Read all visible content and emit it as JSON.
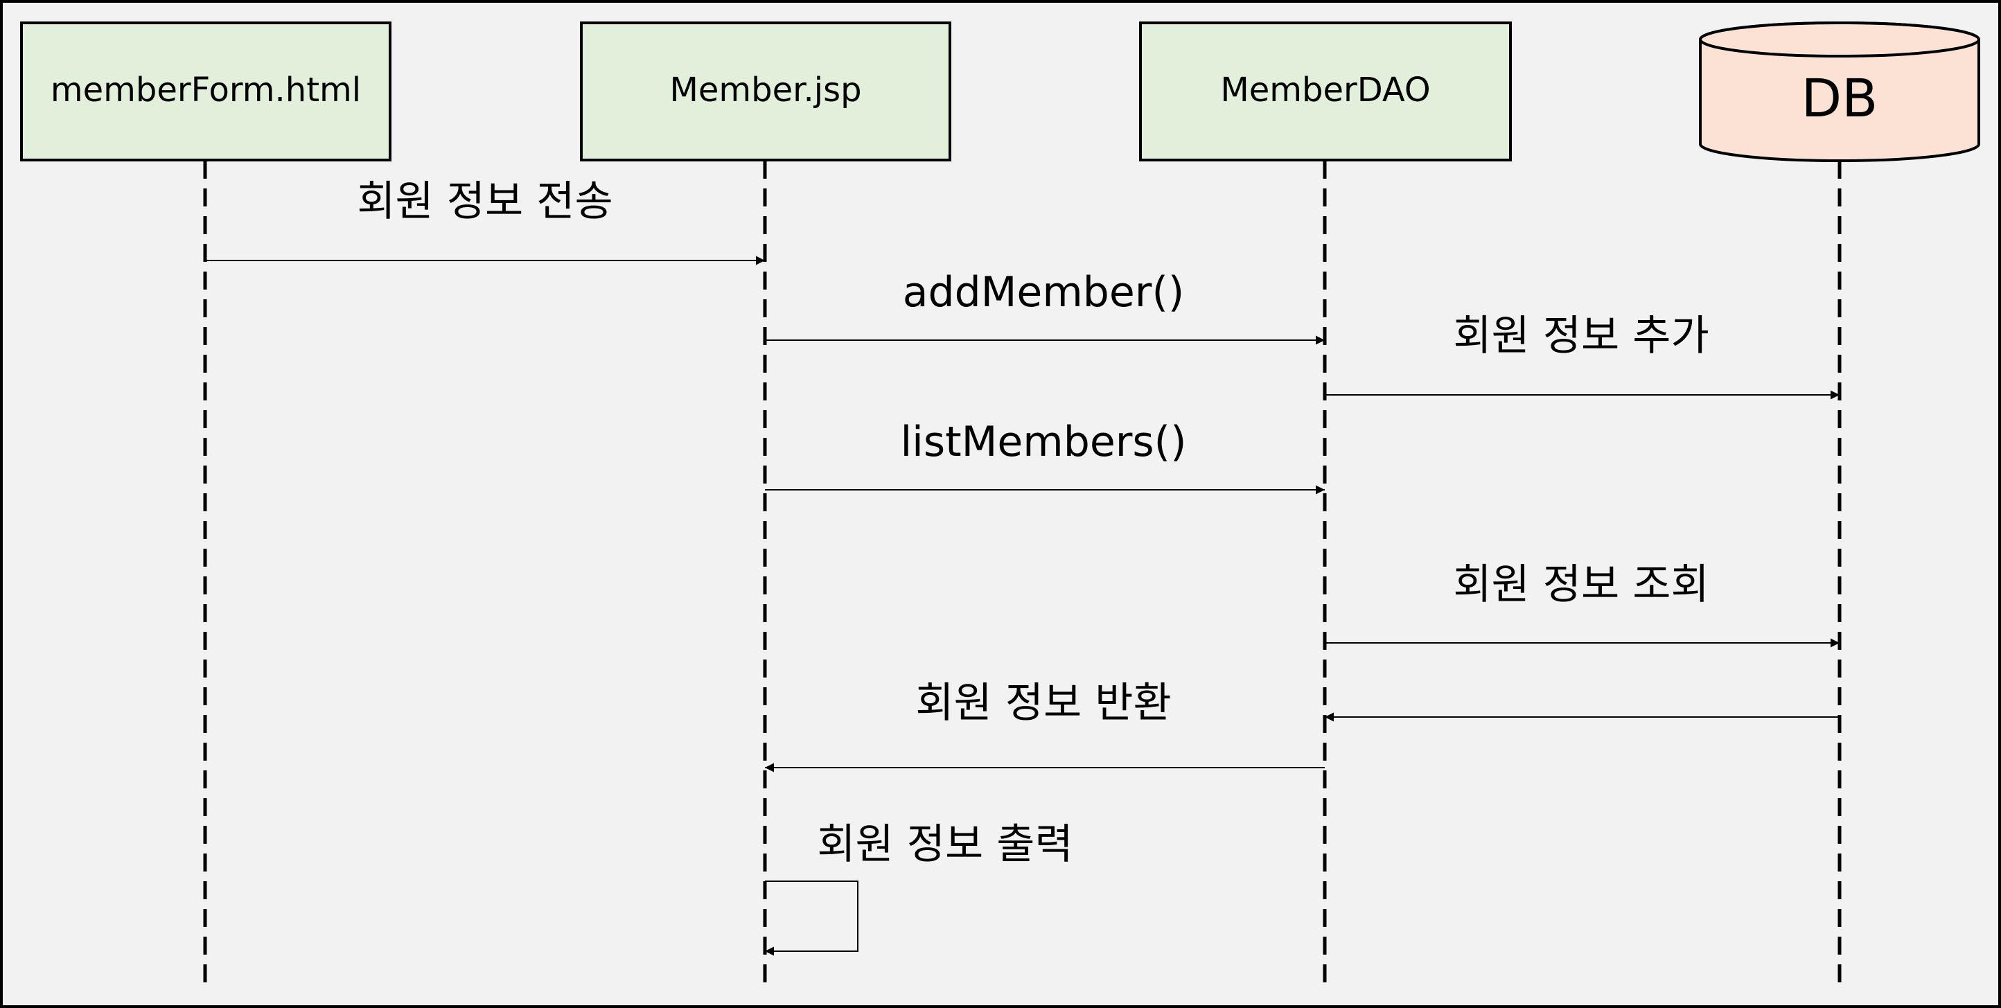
{
  "participants": {
    "form": "memberForm.html",
    "jsp": "Member.jsp",
    "dao": "MemberDAO",
    "db": "DB"
  },
  "messages": {
    "send_info": "회원 정보 전송",
    "add_member": "addMember()",
    "add_info": "회원 정보 추가",
    "list_members": "listMembers()",
    "query_info": "회원 정보 조회",
    "return_info": "회원 정보 반환",
    "print_info": "회원 정보 출력"
  },
  "colors": {
    "background": "#f2f2f2",
    "participant_fill": "#e2efda",
    "database_fill": "#fbe2d5",
    "stroke": "#000000"
  }
}
